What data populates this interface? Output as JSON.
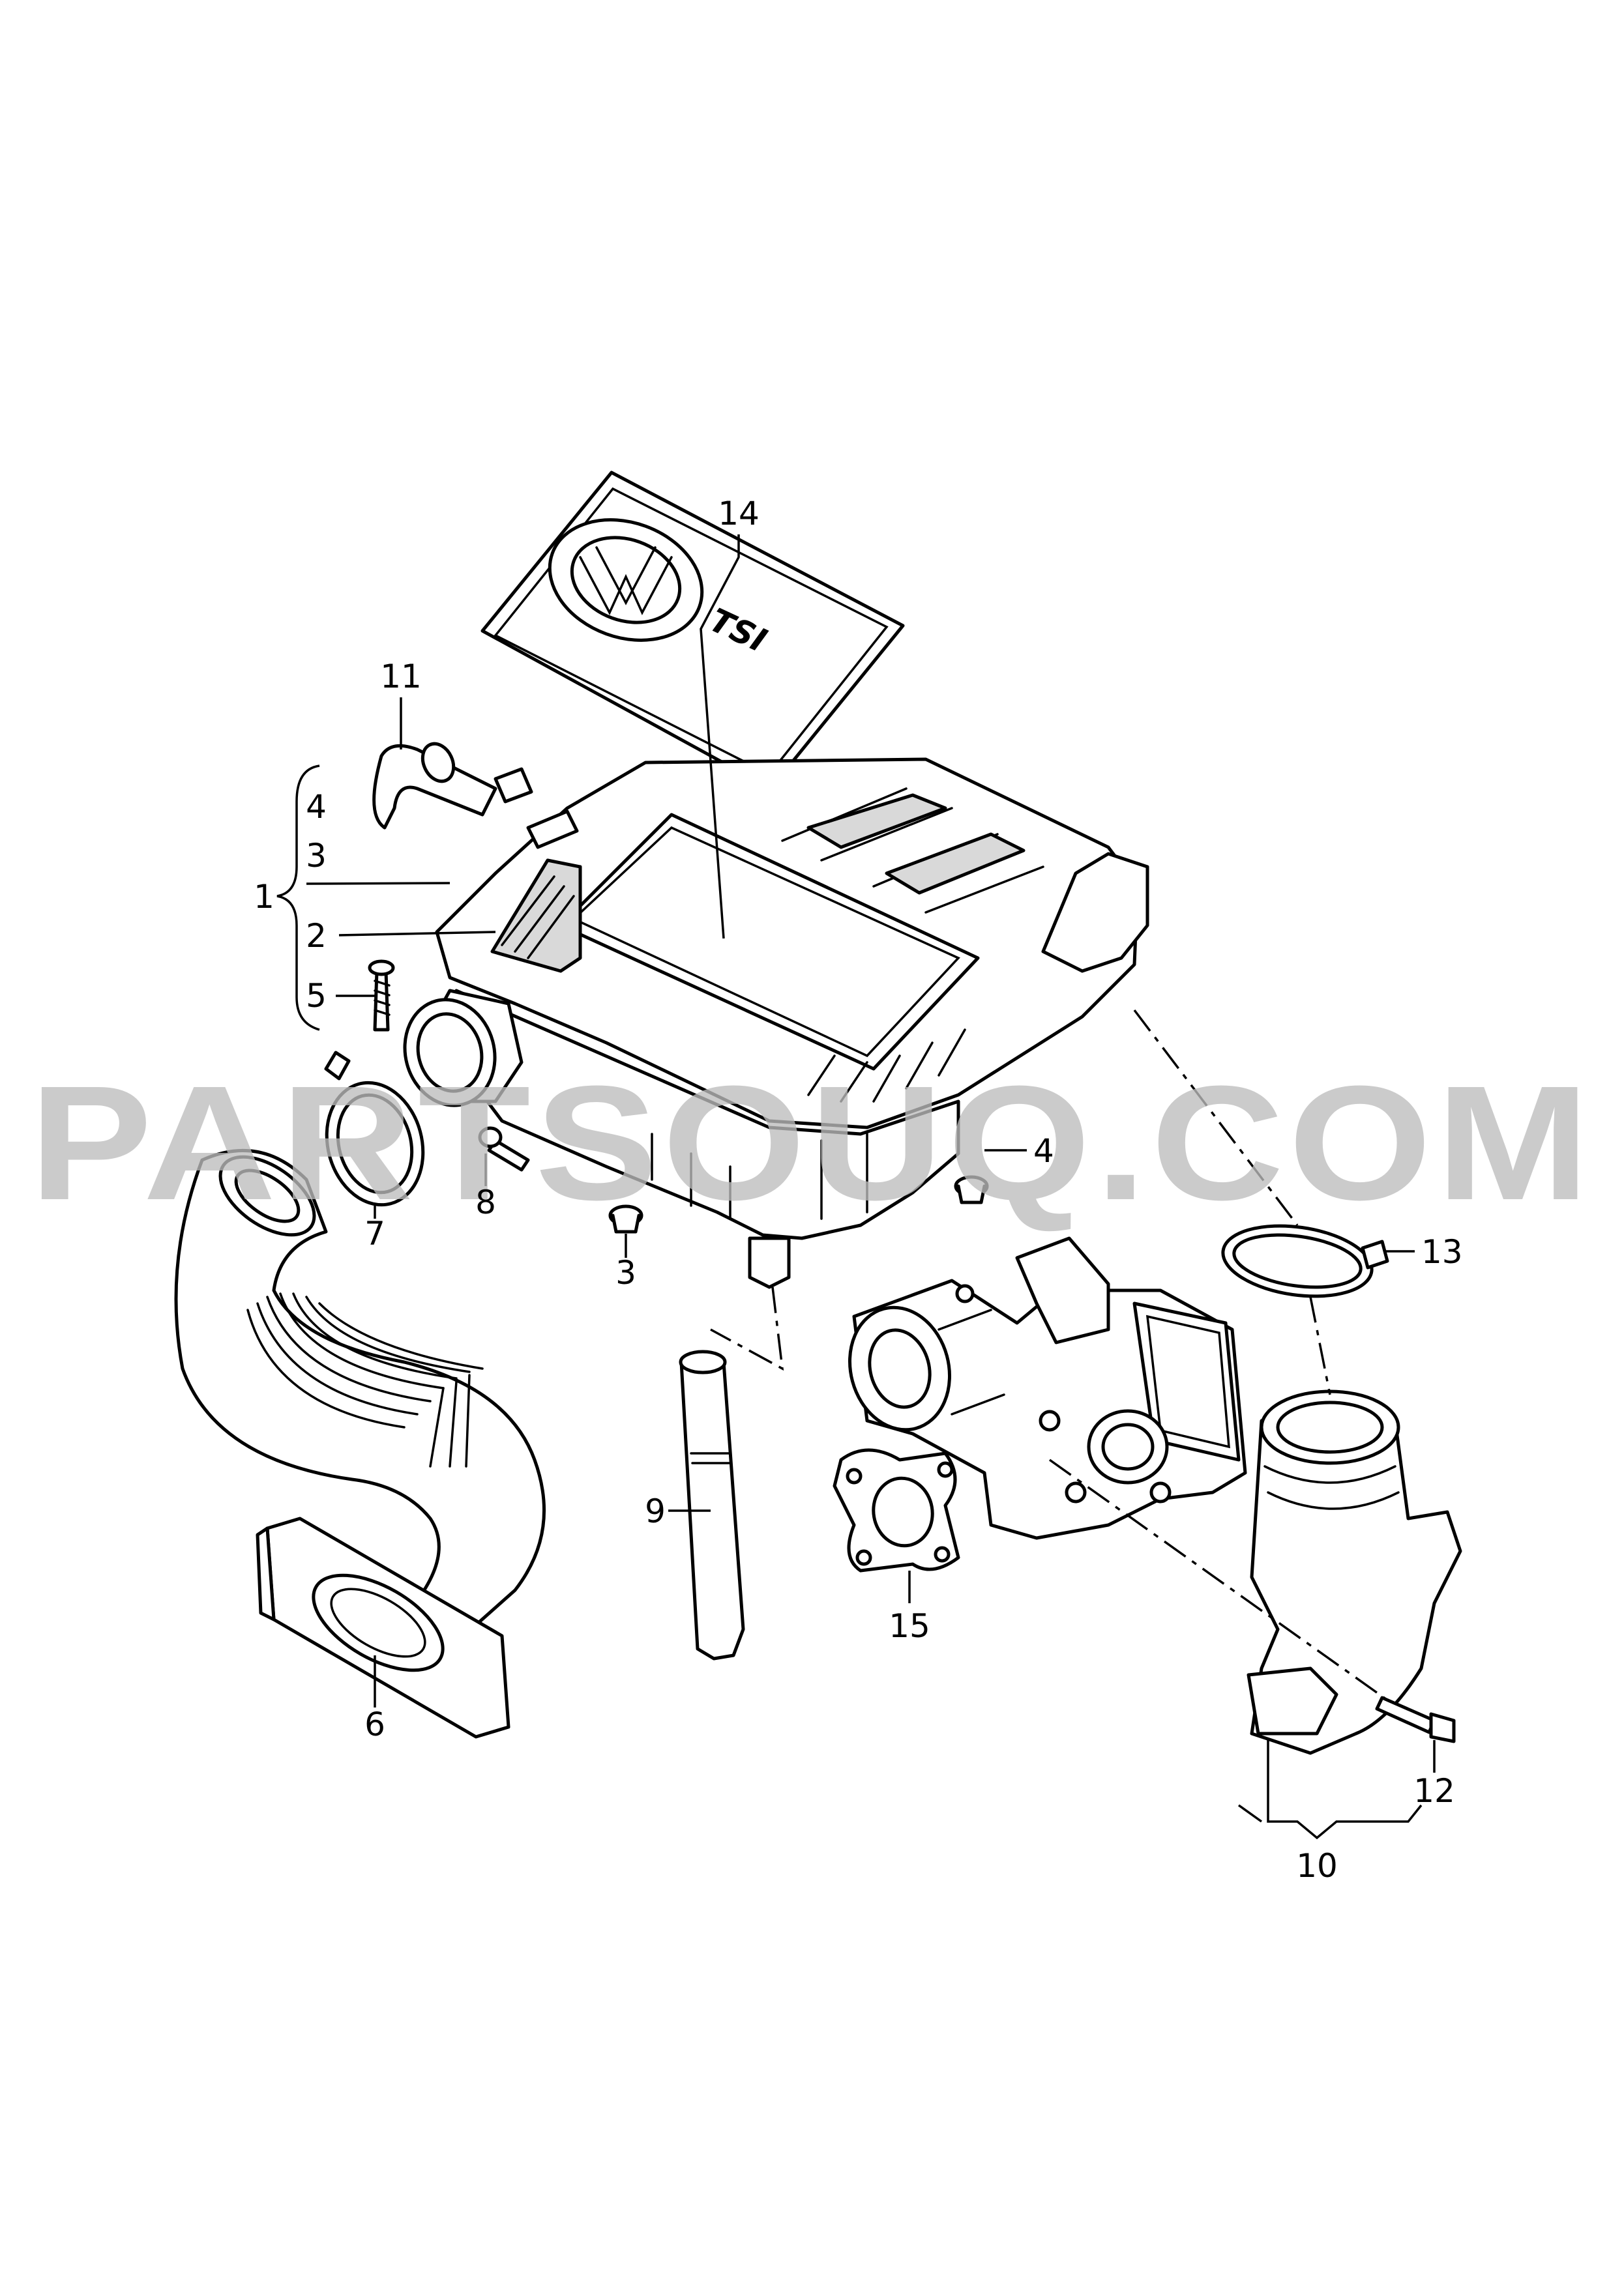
{
  "watermark": "PARTSOUQ.COM",
  "cover_text": "TSI",
  "callouts": {
    "c1": "1",
    "c2": "2",
    "c3a": "3",
    "c3b": "3",
    "c4a": "4",
    "c4b": "4",
    "c5": "5",
    "c6": "6",
    "c7": "7",
    "c8": "8",
    "c9": "9",
    "c10": "10",
    "c11": "11",
    "c12": "12",
    "c13": "13",
    "c14": "14",
    "c15": "15"
  }
}
